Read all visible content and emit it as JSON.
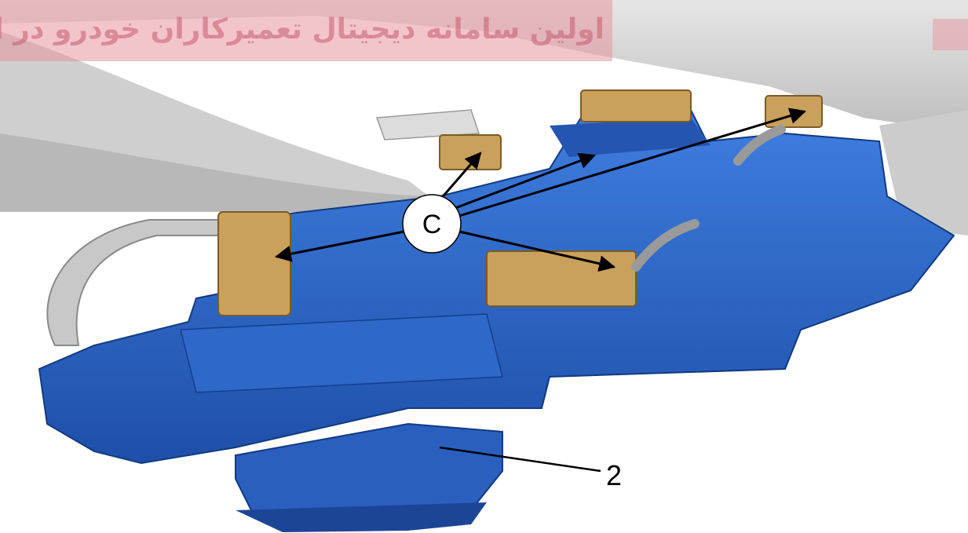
{
  "watermark": {
    "text": "اولین سامانه دیجیتال تعمیرکاران خودرو در ایران"
  },
  "callouts": {
    "connectors_label": "C",
    "part_number": "2"
  },
  "colors": {
    "housing_blue": "#2f6ecc",
    "connector_tan": "#c9a15c",
    "background_gray": "#d5d5d5",
    "watermark_pink": "#e896a0"
  }
}
